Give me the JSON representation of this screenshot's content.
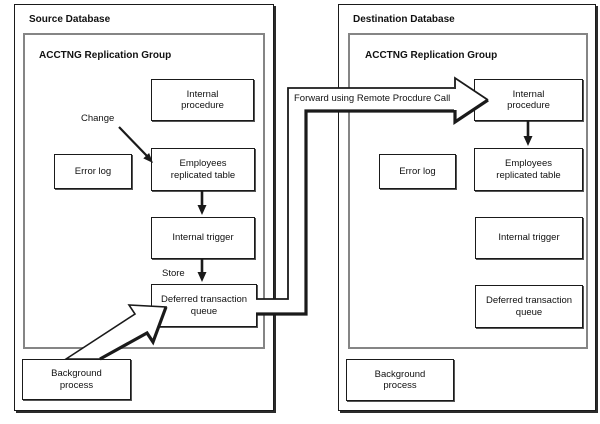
{
  "source": {
    "title": "Source Database",
    "group_title": "ACCTNG Replication Group",
    "nodes": {
      "internal_procedure": "Internal\nprocedure",
      "employees": "Employees\nreplicated table",
      "error_log": "Error log",
      "internal_trigger": "Internal trigger",
      "deferred_queue": "Deferred transaction\nqueue",
      "background_process": "Background\nprocess"
    }
  },
  "destination": {
    "title": "Destination Database",
    "group_title": "ACCTNG Replication Group",
    "nodes": {
      "internal_procedure": "Internal\nprocedure",
      "employees": "Employees\nreplicated table",
      "error_log": "Error log",
      "internal_trigger": "Internal trigger",
      "deferred_queue": "Deferred transaction\nqueue",
      "background_process": "Background\nprocess"
    }
  },
  "annotations": {
    "change": "Change",
    "store": "Store",
    "forward": "Forward using Remote Procdure Call"
  },
  "colors": {
    "outline": "#1a1a1a",
    "inner_border": "#858585",
    "fill": "#ffffff"
  }
}
